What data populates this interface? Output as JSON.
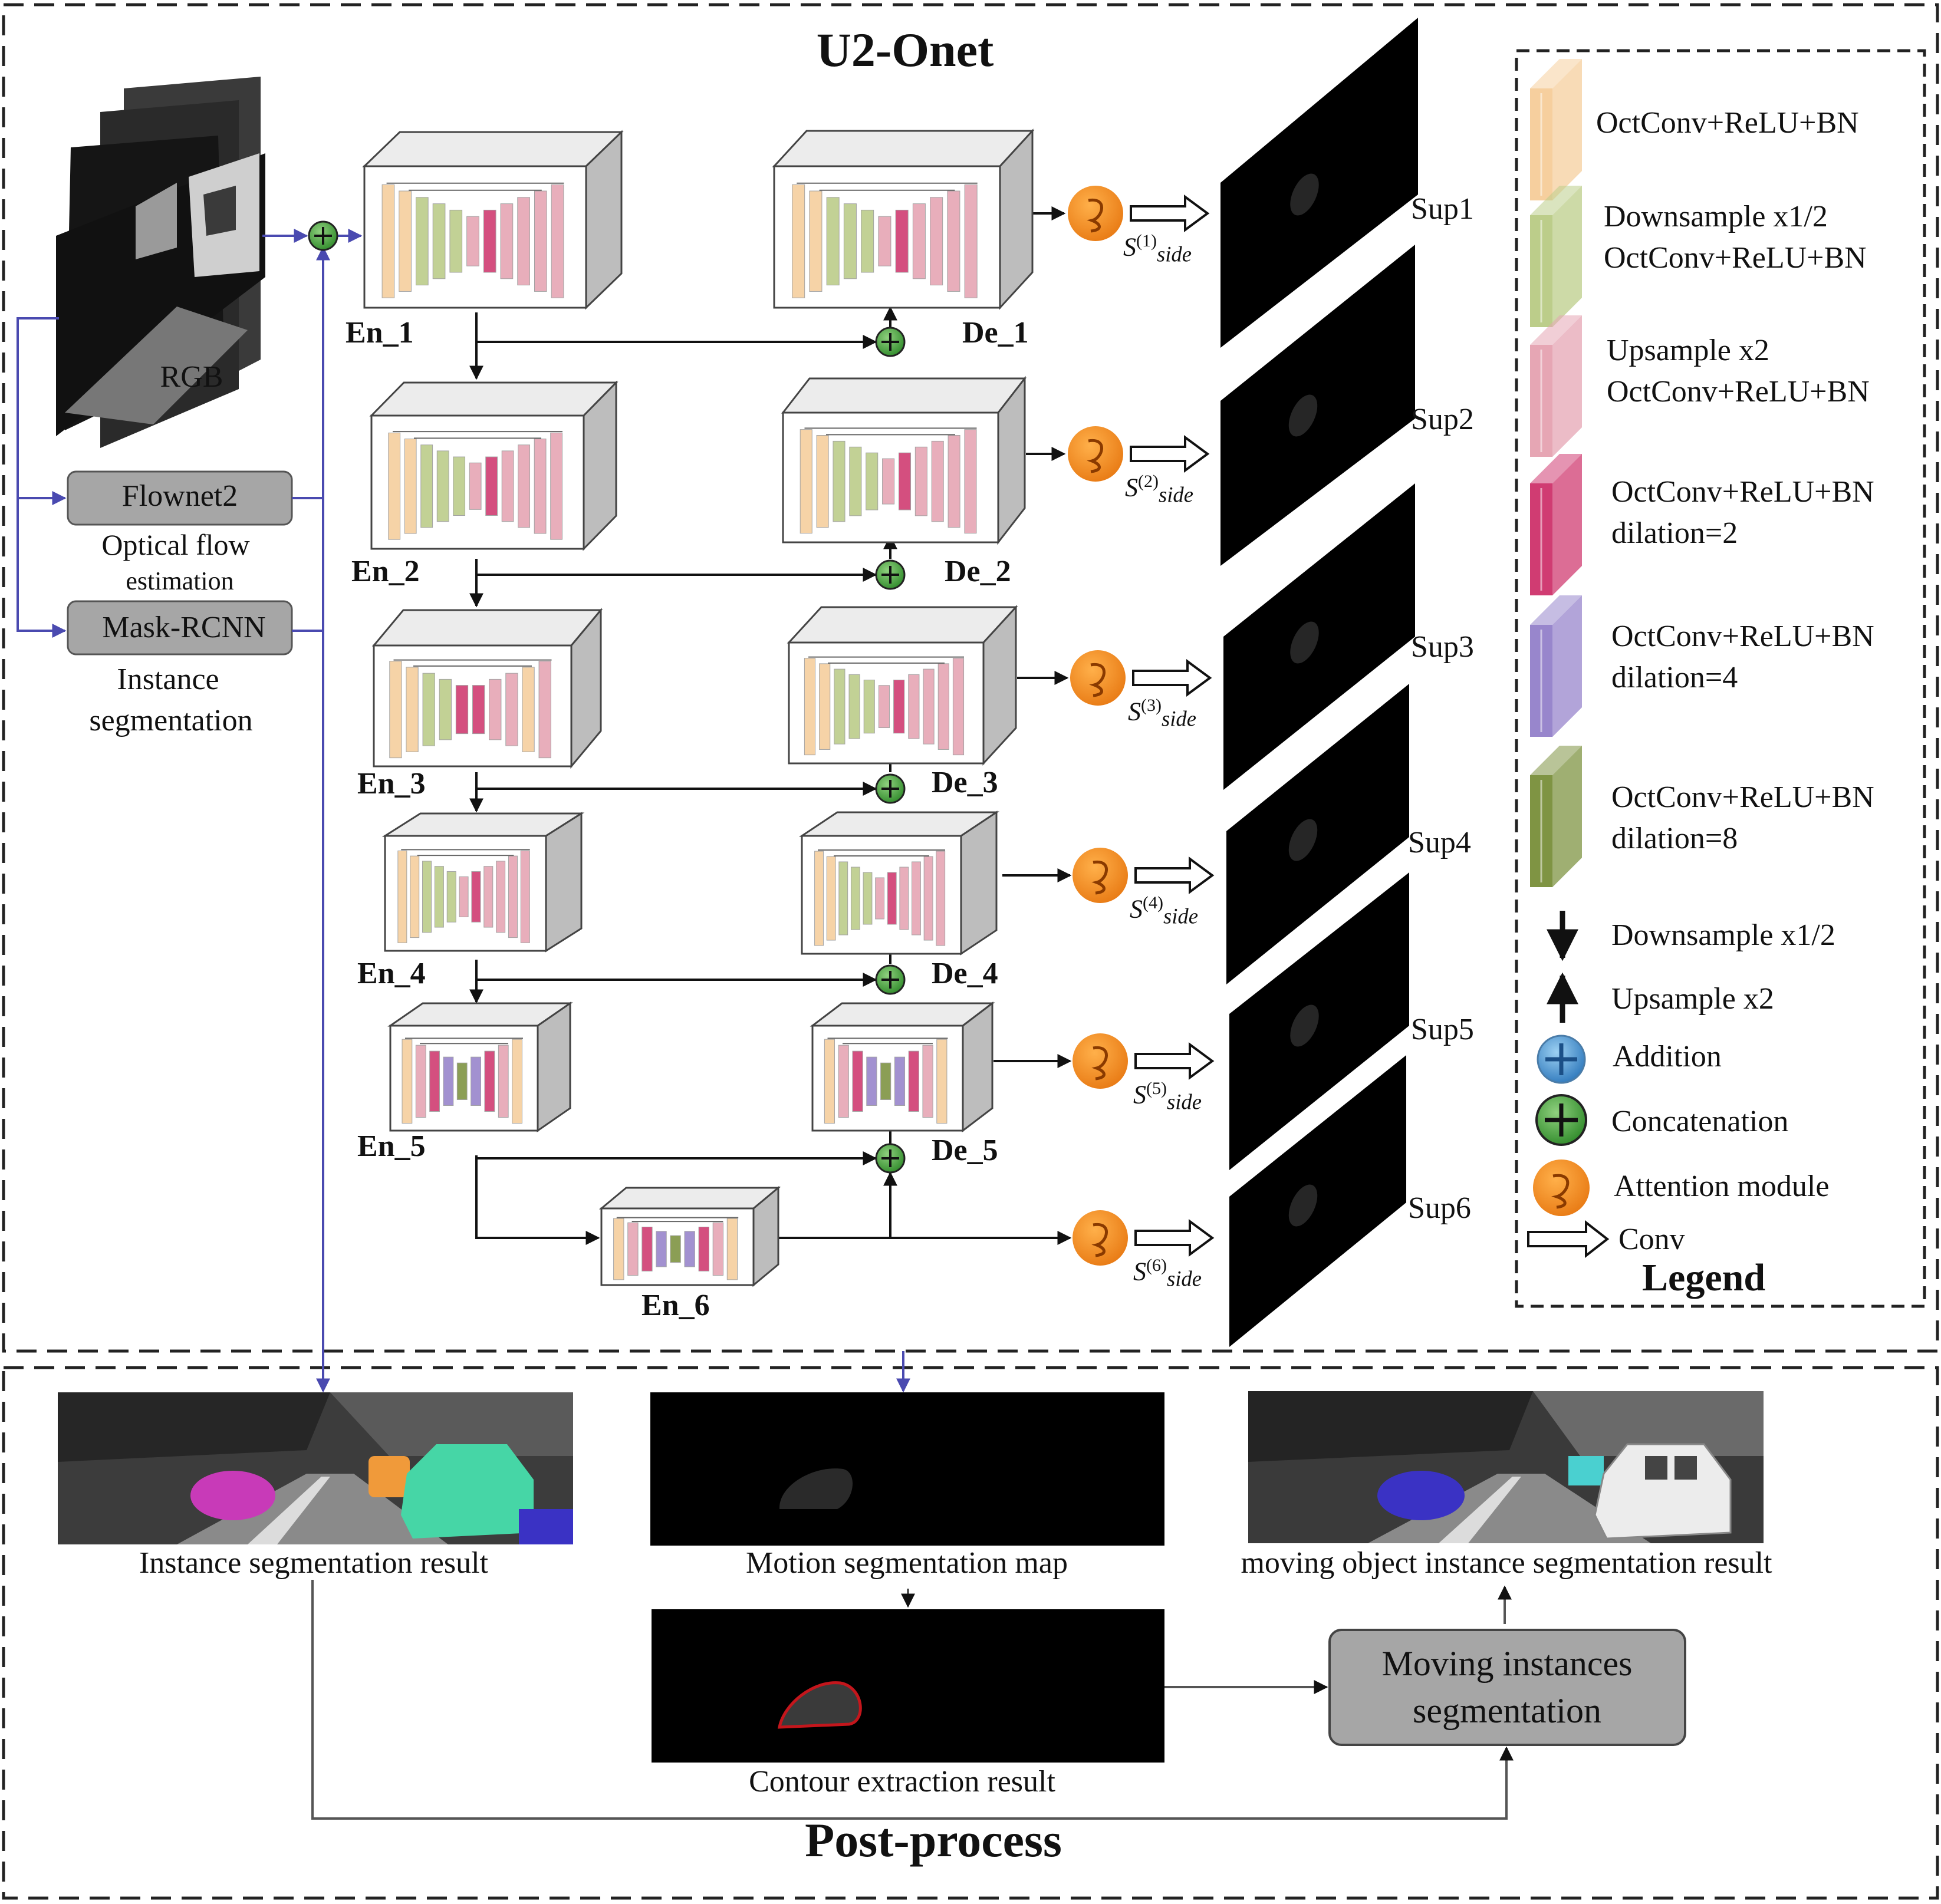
{
  "title": "U2-Onet",
  "inputs": {
    "rgb_label": "RGB",
    "flownet_label": "Flownet2",
    "flownet_caption_line1": "Optical flow",
    "flownet_caption_line2": "estimation",
    "maskrcnn_label": "Mask-RCNN",
    "maskrcnn_caption_line1": "Instance",
    "maskrcnn_caption_line2": "segmentation"
  },
  "encoders": [
    "En_1",
    "En_2",
    "En_3",
    "En_4",
    "En_5",
    "En_6"
  ],
  "decoders": [
    "De_1",
    "De_2",
    "De_3",
    "De_4",
    "De_5"
  ],
  "side_outputs": [
    {
      "sup": "(1)",
      "sub": "side",
      "label": "Sup1"
    },
    {
      "sup": "(2)",
      "sub": "side",
      "label": "Sup2"
    },
    {
      "sup": "(3)",
      "sub": "side",
      "label": "Sup3"
    },
    {
      "sup": "(4)",
      "sub": "side",
      "label": "Sup4"
    },
    {
      "sup": "(5)",
      "sub": "side",
      "label": "Sup5"
    },
    {
      "sup": "(6)",
      "sub": "side",
      "label": "Sup6"
    }
  ],
  "side_symbol": "S",
  "legend": {
    "title": "Legend",
    "items": [
      {
        "line1": "OctConv+ReLU+BN",
        "line2": "",
        "color": "#f6cf9e"
      },
      {
        "line1": "Downsample x1/2",
        "line2": "OctConv+ReLU+BN",
        "color": "#bccd8a"
      },
      {
        "line1": "Upsample x2",
        "line2": "OctConv+ReLU+BN",
        "color": "#e6a6b4"
      },
      {
        "line1": "OctConv+ReLU+BN",
        "line2": "dilation=2",
        "color": "#d03c72"
      },
      {
        "line1": "OctConv+ReLU+BN",
        "line2": "dilation=4",
        "color": "#9886cc"
      },
      {
        "line1": "OctConv+ReLU+BN",
        "line2": "dilation=8",
        "color": "#7f9443"
      }
    ],
    "downsample": "Downsample x1/2",
    "upsample": "Upsample x2",
    "addition": "Addition",
    "concatenation": "Concatenation",
    "attention": "Attention module",
    "conv": "Conv"
  },
  "post": {
    "title": "Post-process",
    "instance_result": "Instance segmentation result",
    "motion_map": "Motion segmentation map",
    "contour_result": "Contour extraction result",
    "moving_result": "moving object instance segmentation result",
    "moving_box_line1": "Moving instances",
    "moving_box_line2": "segmentation"
  },
  "colors": {
    "orange_block": "#f6cf9e",
    "green_block": "#bccd8a",
    "pink_block": "#e6a6b4",
    "red_block": "#d03c72",
    "purple_block": "#9886cc",
    "olive_block": "#7f9443",
    "attention": "#f08a24",
    "concat": "#3e9a3a",
    "addition": "#3a86c8",
    "gray_box": "#a6a6a6",
    "mask_magenta": "#c83ab8",
    "mask_teal": "#46d6a6",
    "mask_blue": "#3a32c4",
    "contour": "#c4161c"
  }
}
